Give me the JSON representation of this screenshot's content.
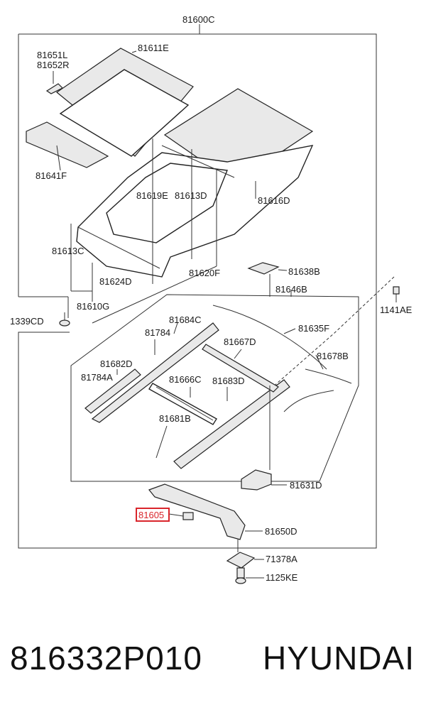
{
  "assembly_label": "81600C",
  "labels": {
    "l81651l": "81651L",
    "l81652r": "81652R",
    "l81611e": "81611E",
    "l81641f": "81641F",
    "l81619e": "81619E",
    "l81613d": "81613D",
    "l81616d": "81616D",
    "l81613c": "81613C",
    "l81624d": "81624D",
    "l81620f": "81620F",
    "l81610g": "81610G",
    "l1339cd": "1339CD",
    "l81638b": "81638B",
    "l81646b": "81646B",
    "l1141ae": "1141AE",
    "l81684c": "81684C",
    "l81784": "81784",
    "l81635f": "81635F",
    "l81667d": "81667D",
    "l81678b": "81678B",
    "l81682d": "81682D",
    "l81784a": "81784A",
    "l81666c": "81666C",
    "l81683d": "81683D",
    "l81681b": "81681B",
    "l81631d": "81631D",
    "l81605": "81605",
    "l81650d": "81650D",
    "l71378a": "71378A",
    "l1125ke": "1125KE"
  },
  "highlight_color": "#d9252b",
  "footer": {
    "part_number": "816332P010",
    "brand": "HYUNDAI"
  }
}
